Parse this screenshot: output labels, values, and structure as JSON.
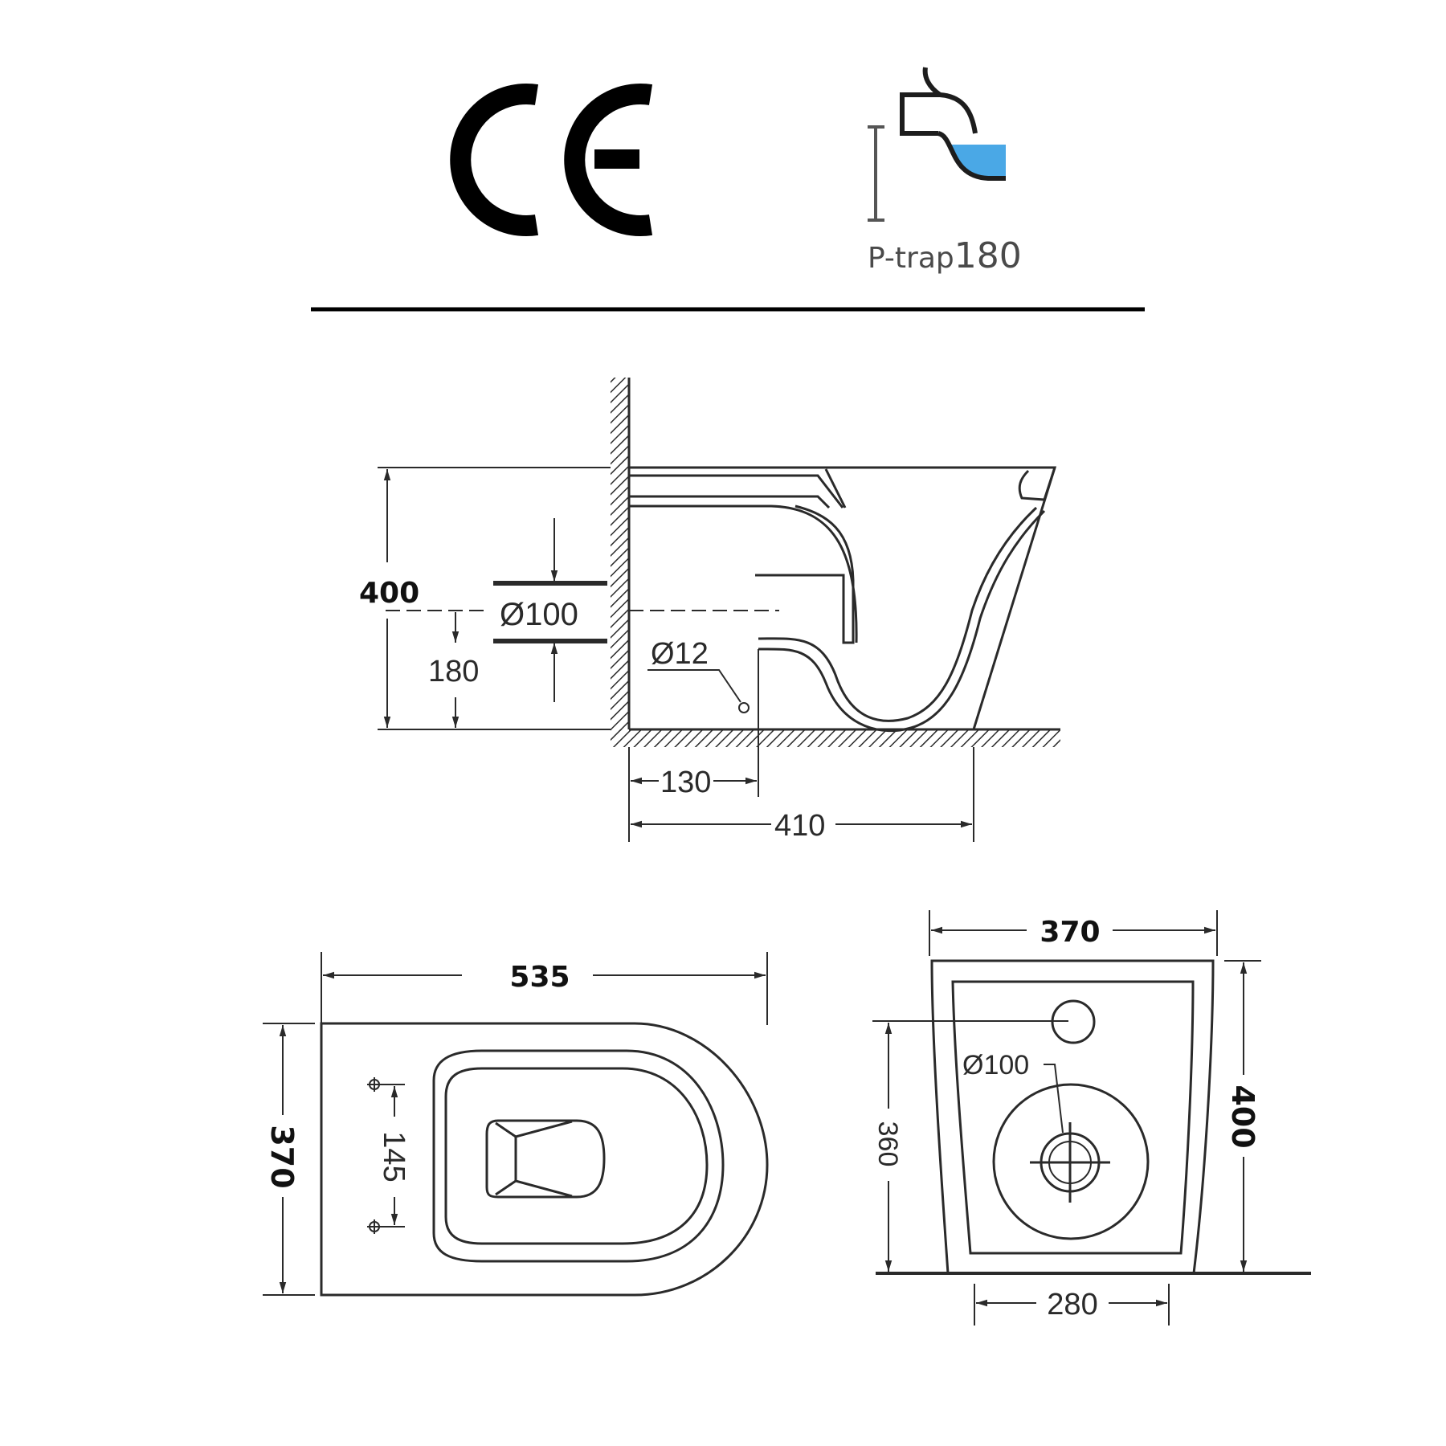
{
  "header": {
    "certification_mark": "CE",
    "trap_icon": {
      "label_prefix": "P-trap",
      "label_value": "180",
      "water_color": "#4aa8e6"
    }
  },
  "side_view": {
    "overall_height": "400",
    "outlet_height": "180",
    "outlet_diameter": "Ø100",
    "inlet_diameter": "Ø12",
    "inlet_distance_from_wall": "130",
    "overall_depth": "410"
  },
  "top_view": {
    "length": "535",
    "width": "370",
    "fixing_hole_spacing": "145"
  },
  "rear_view": {
    "width": "370",
    "height": "400",
    "inlet_height": "360",
    "outlet_diameter": "Ø100",
    "base_width": "280"
  },
  "colors": {
    "line": "#2a2a2a",
    "water": "#4aa8e6",
    "background": "#ffffff"
  }
}
